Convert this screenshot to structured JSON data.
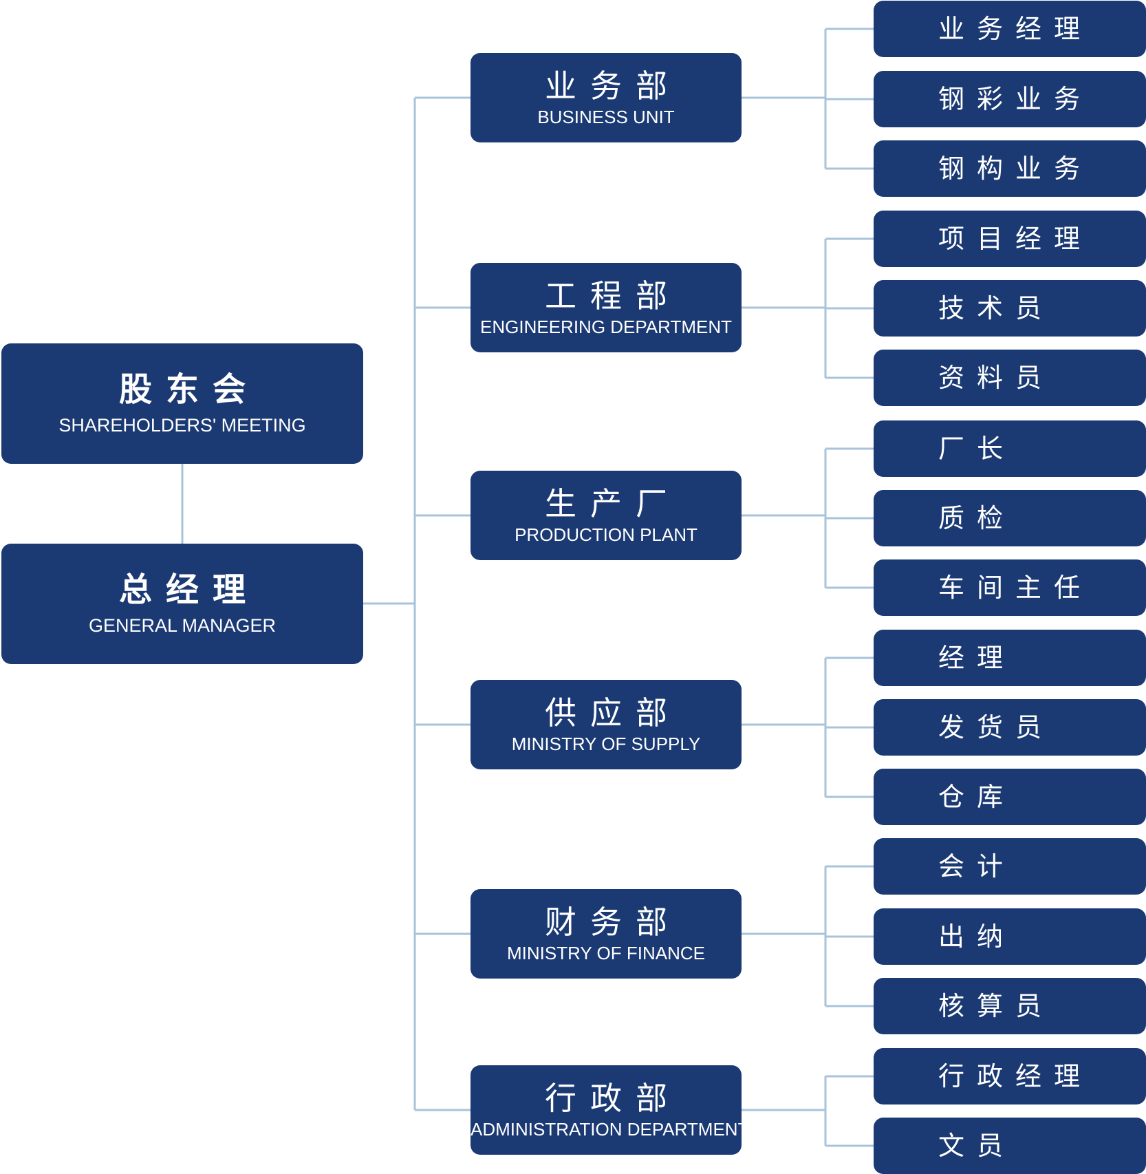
{
  "colors": {
    "box": "#1b3a73",
    "line": "#a8c3da",
    "text": "#ffffff"
  },
  "top": {
    "shareholders": {
      "cn": "股东会",
      "en": "SHAREHOLDERS' MEETING"
    },
    "gm": {
      "cn": "总经理",
      "en": "GENERAL MANAGER"
    }
  },
  "departments": [
    {
      "cn": "业务部",
      "en": "BUSINESS UNIT",
      "roles": [
        "业务经理",
        "钢彩业务",
        "钢构业务"
      ]
    },
    {
      "cn": "工程部",
      "en": "ENGINEERING DEPARTMENT",
      "roles": [
        "项目经理",
        "技术员",
        "资料员"
      ]
    },
    {
      "cn": "生产厂",
      "en": "PRODUCTION PLANT",
      "roles": [
        "厂长",
        "质检",
        "车间主任"
      ]
    },
    {
      "cn": "供应部",
      "en": "MINISTRY OF SUPPLY",
      "roles": [
        "经理",
        "发货员",
        "仓库"
      ]
    },
    {
      "cn": "财务部",
      "en": "MINISTRY OF FINANCE",
      "roles": [
        "会计",
        "出纳",
        "核算员"
      ]
    },
    {
      "cn": "行政部",
      "en": "ADMINISTRATION DEPARTMENT",
      "roles": [
        "行政经理",
        "文员"
      ]
    }
  ]
}
